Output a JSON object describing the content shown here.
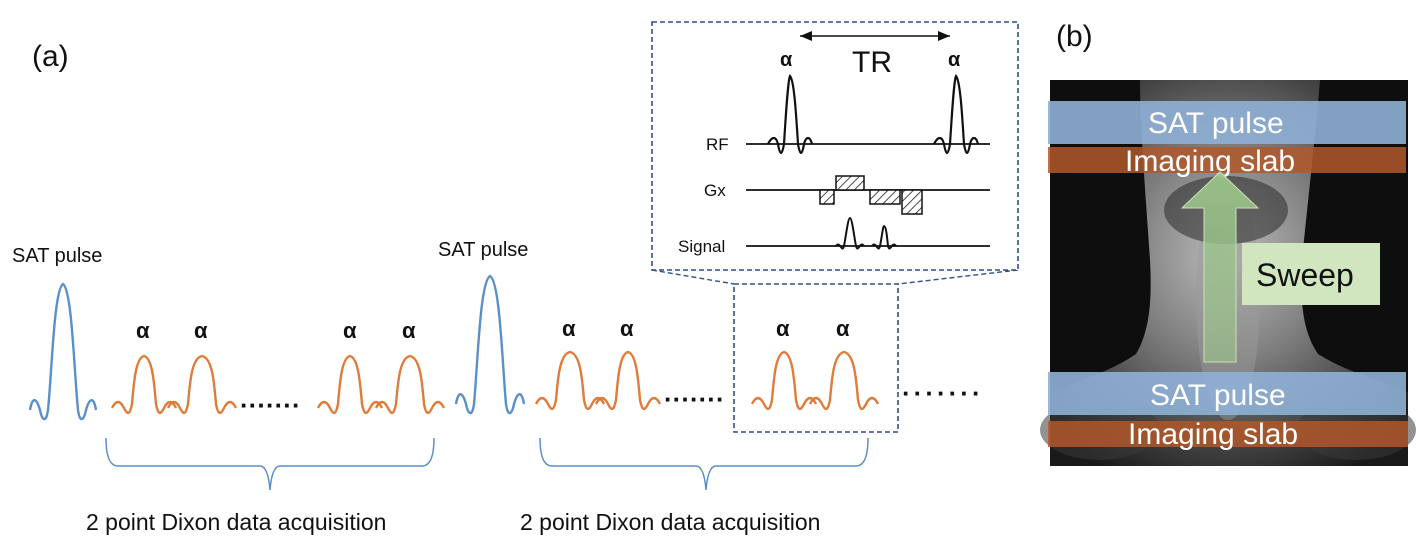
{
  "panel_a": {
    "label": "(a)",
    "sat_label_1": "SAT pulse",
    "sat_label_2": "SAT pulse",
    "alpha": "α",
    "dots": "·······",
    "acq_label_1": "2 point Dixon data acquisition",
    "acq_label_2": "2 point Dixon data acquisition"
  },
  "inset": {
    "tr_label": "TR",
    "alpha": "α",
    "rf_label": "RF",
    "gx_label": "Gx",
    "signal_label": "Signal"
  },
  "panel_b": {
    "label": "(b)",
    "sat_top": "SAT pulse",
    "slab_top": "Imaging slab",
    "sweep": "Sweep",
    "sat_bottom": "SAT pulse",
    "slab_bottom": "Imaging slab"
  },
  "colors": {
    "sat_pulse": "#5b8fc9",
    "alpha_pulse": "#e07b39",
    "inset_border": "#2f4f8f",
    "sat_band": "#8fb0d6",
    "slab_band": "#b0582b",
    "sweep_arrow": "#9bc48a",
    "sweep_box": "#cfe6bf"
  }
}
